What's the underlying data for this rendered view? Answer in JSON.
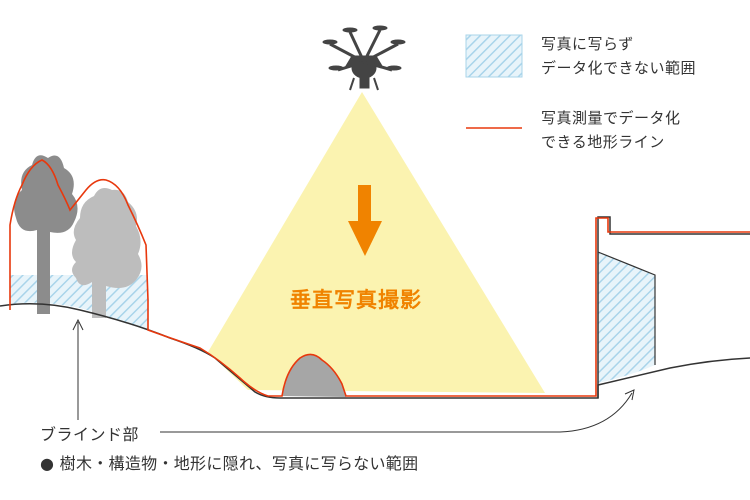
{
  "legend": {
    "blind_area_label_1": "写真に写らず",
    "blind_area_label_2": "データ化できない範囲",
    "terrain_line_label_1": "写真測量でデータ化",
    "terrain_line_label_2": "できる地形ライン"
  },
  "center_label": "垂直写真撮影",
  "blind_section": {
    "title": "ブラインド部",
    "description": "● 樹木・構造物・地形に隠れ、写真に写らない範囲"
  },
  "colors": {
    "terrain_line": "#e8380d",
    "arrow": "#f08300",
    "light_cone": "#fbf3b0",
    "hatch": "#a9d4ea",
    "hatch_bg": "#e8f4fa",
    "tree_dark": "#8c8c8c",
    "tree_light": "#bdbdbd",
    "rock": "#a6a6a6"
  },
  "icons": {
    "drone": "drone-icon",
    "tree": "tree-icon",
    "down_arrow": "down-arrow-icon"
  }
}
